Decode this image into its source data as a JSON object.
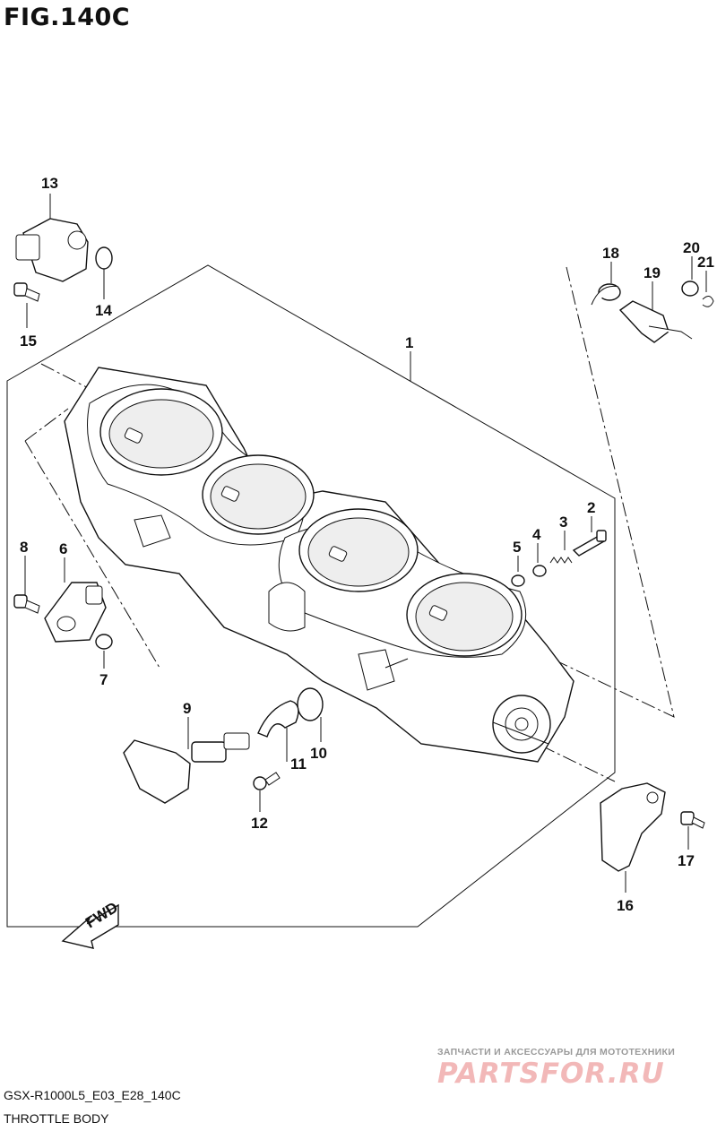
{
  "figure": {
    "title": "FIG.140C",
    "model_code": "GSX-R1000L5_E03_E28_140C",
    "subtitle": "THROTTLE BODY",
    "fwd_label": "FWD"
  },
  "callouts": [
    {
      "id": "c1",
      "label": "1"
    },
    {
      "id": "c2",
      "label": "2"
    },
    {
      "id": "c3",
      "label": "3"
    },
    {
      "id": "c4",
      "label": "4"
    },
    {
      "id": "c5",
      "label": "5"
    },
    {
      "id": "c6",
      "label": "6"
    },
    {
      "id": "c7",
      "label": "7"
    },
    {
      "id": "c8",
      "label": "8"
    },
    {
      "id": "c9",
      "label": "9"
    },
    {
      "id": "c10",
      "label": "10"
    },
    {
      "id": "c11",
      "label": "11"
    },
    {
      "id": "c12",
      "label": "12"
    },
    {
      "id": "c13",
      "label": "13"
    },
    {
      "id": "c14",
      "label": "14"
    },
    {
      "id": "c15",
      "label": "15"
    },
    {
      "id": "c16",
      "label": "16"
    },
    {
      "id": "c17",
      "label": "17"
    },
    {
      "id": "c18",
      "label": "18"
    },
    {
      "id": "c19",
      "label": "19"
    },
    {
      "id": "c20",
      "label": "20"
    },
    {
      "id": "c21",
      "label": "21"
    }
  ],
  "watermark": {
    "tagline": "ЗАПЧАСТИ И АКСЕССУАРЫ ДЛЯ МОТОТЕХНИКИ",
    "logo_text": "PARTSFOR.RU",
    "logo_color": "#f2b8b8"
  }
}
